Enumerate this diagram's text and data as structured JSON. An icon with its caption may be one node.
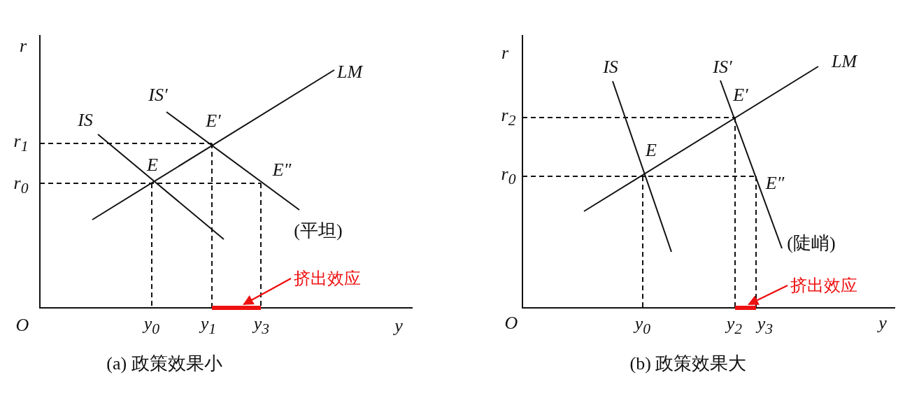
{
  "diagram": {
    "nodes": [
      {
        "text": [
          "挤出效应"
        ]
      },
      {
        "text": [],
        "shape": "bar"
      },
      {
        "text": [
          "挤出效应"
        ]
      },
      {
        "text": [],
        "shape": "bar"
      }
    ],
    "edges": [
      {
        "from": 0,
        "to": 1,
        "arrow": "to",
        "color": "#ee1111"
      },
      {
        "from": 2,
        "to": 3,
        "arrow": "to",
        "color": "#ee1111"
      }
    ],
    "labels": [
      "r",
      "r$_{1}$",
      "r$_{0}$",
      "O",
      "y$_{0}$",
      "y$_{1}$",
      "y$_{3}$",
      "y",
      "IS",
      "IS′",
      "LM",
      "E",
      "E′",
      "E″",
      "(平坦)",
      "(a) 政策效果小",
      "r",
      "r$_{2}$",
      "r$_{0}$",
      "O",
      "y$_{0}$",
      "y$_{2}$",
      "y$_{3}$",
      "y",
      "IS",
      "IS′",
      "LM",
      "E",
      "E′",
      "E″",
      "(陡峭)",
      "(b) 政策效果大"
    ]
  }
}
